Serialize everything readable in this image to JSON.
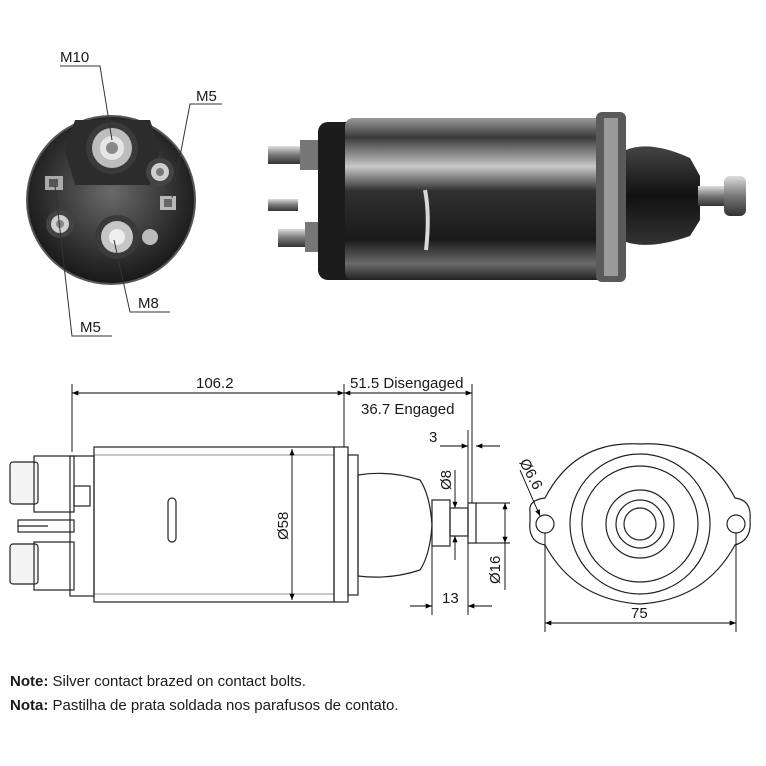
{
  "callouts": {
    "m10": "M10",
    "m5_top": "M5",
    "m8": "M8",
    "m5_bottom": "M5"
  },
  "dimensions": {
    "length": "106.2",
    "disengaged": "51.5 Disengaged",
    "engaged": "36.7 Engaged",
    "plunger_gap": "3",
    "plunger_dia": "Ø8",
    "body_dia": "Ø58",
    "rod_dia": "Ø16",
    "rod_len": "13",
    "hole_dia": "Ø6.6",
    "flange_width": "75"
  },
  "notes": [
    {
      "label": "Note:",
      "text": " Silver contact brazed on contact bolts."
    },
    {
      "label": "Nota:",
      "text": " Pastilha de prata soldada nos parafusos de contato."
    }
  ]
}
